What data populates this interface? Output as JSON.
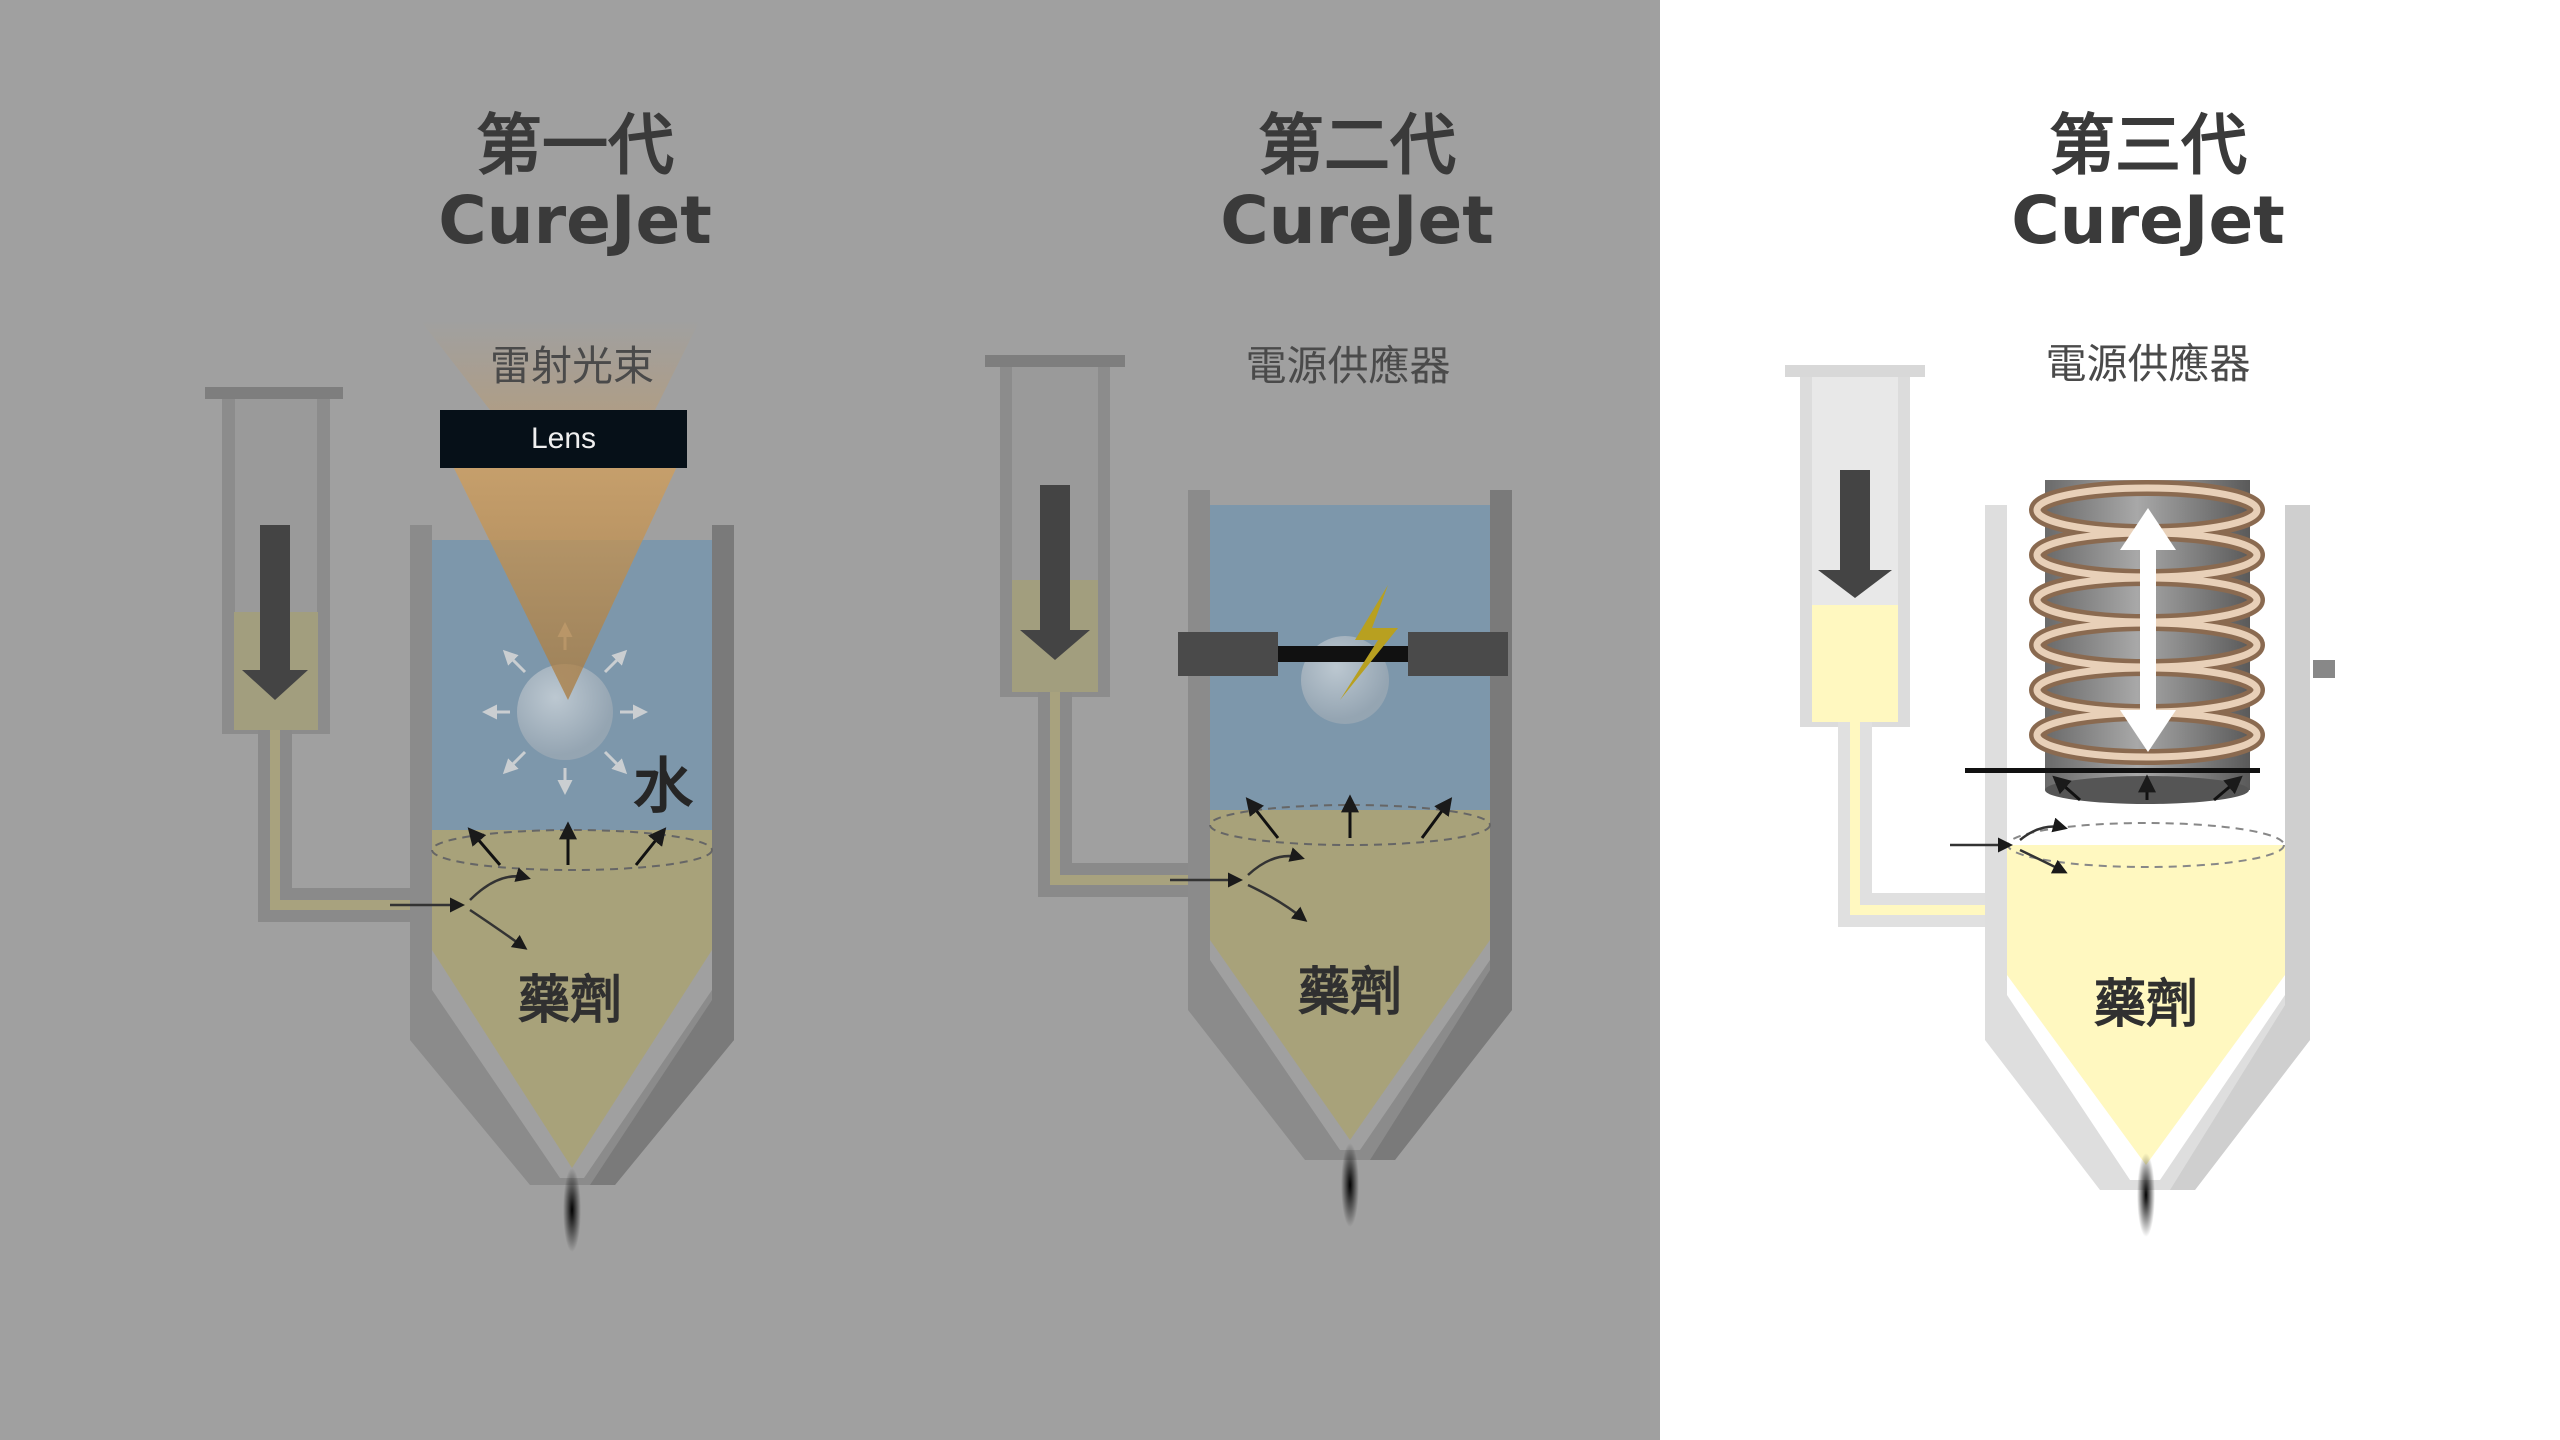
{
  "generations": [
    {
      "title_line1": "第一代",
      "title_line2": "CureJet",
      "energy_source": "雷射光束",
      "lens_label": "Lens",
      "medium_label": "水",
      "drug_label": "藥劑"
    },
    {
      "title_line1": "第二代",
      "title_line2": "CureJet",
      "energy_source": "電源供應器",
      "drug_label": "藥劑"
    },
    {
      "title_line1": "第三代",
      "title_line2": "CureJet",
      "energy_source": "電源供應器",
      "drug_label": "藥劑"
    }
  ],
  "highlighted_generation": 3,
  "colors": {
    "dimmed_background": "#a0a0a0",
    "drug_yellow": "#fff8c0",
    "water_blue": "#7d97ab",
    "copper_coil": "#c8a888",
    "text_dark": "#3a3a3a"
  }
}
